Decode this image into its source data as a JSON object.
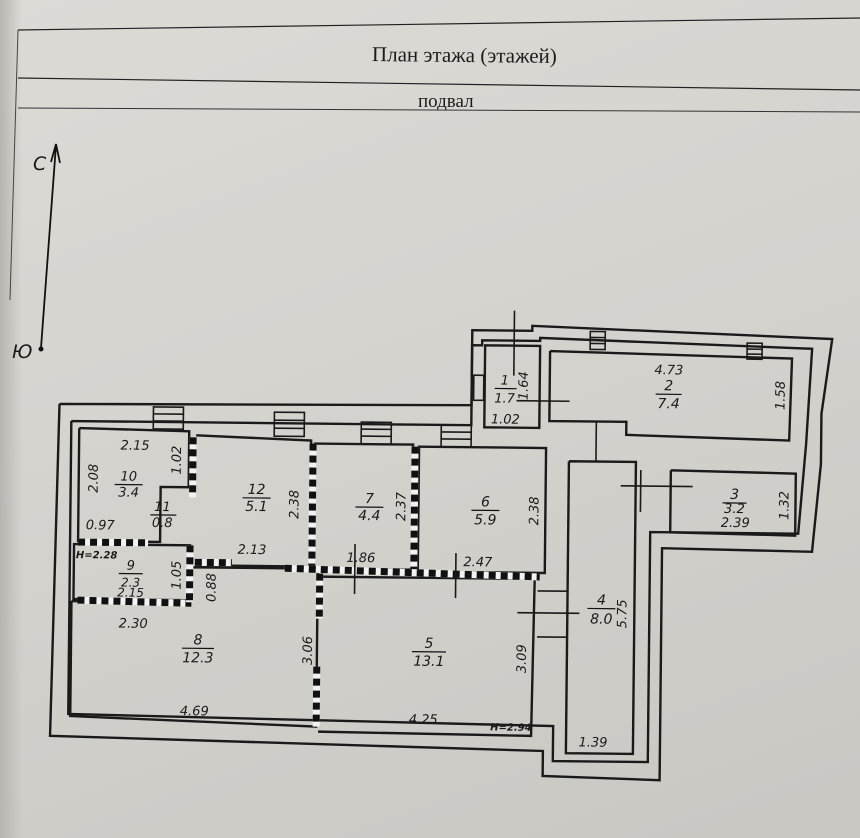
{
  "header": {
    "title": "План этажа (этажей)",
    "floor": "подвал"
  },
  "compass": {
    "north": "С",
    "south": "Ю"
  },
  "rooms": [
    {
      "number": "1",
      "area": "1.7"
    },
    {
      "number": "2",
      "area": "7.4"
    },
    {
      "number": "3",
      "area": "3.2"
    },
    {
      "number": "4",
      "area": "8.0"
    },
    {
      "number": "5",
      "area": "13.1"
    },
    {
      "number": "6",
      "area": "5.9"
    },
    {
      "number": "7",
      "area": "4.4"
    },
    {
      "number": "8",
      "area": "12.3"
    },
    {
      "number": "9",
      "area": "2.3"
    },
    {
      "number": "10",
      "area": "3.4"
    },
    {
      "number": "11",
      "area": "0.8"
    },
    {
      "number": "12",
      "area": "5.1"
    }
  ],
  "dimensions": {
    "r1_w": "1.02",
    "r1_h": "1.64",
    "r2_w": "4.73",
    "r2_h": "1.58",
    "r3_w": "2.39",
    "r3_h": "1.32",
    "r4_w": "1.39",
    "r4_h": "5.75",
    "r5_w": "4.25",
    "r5_h": "3.09",
    "r6_w": "2.47",
    "r6_h": "2.38",
    "r7_w": "1.86",
    "r7_h": "2.37",
    "r8_w": "4.69",
    "r8_w2": "2.30",
    "r8_h": "3.06",
    "r9_w": "2.15",
    "r9_h": "1.05",
    "r9_h2": "0.88",
    "r10_w": "2.15",
    "r10_h": "2.08",
    "r10_h2": "1.02",
    "r10_w2": "0.97",
    "r12_w": "2.13",
    "r12_h": "2.38"
  },
  "heights": {
    "left": "H=2.28",
    "right": "H=2.94"
  }
}
